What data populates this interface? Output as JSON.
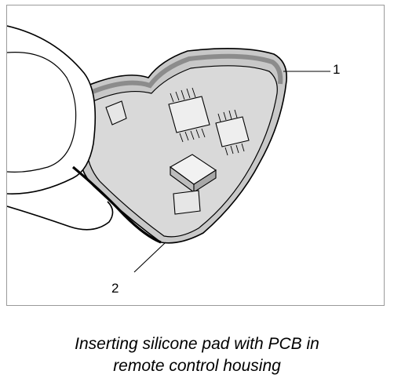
{
  "figure": {
    "callouts": [
      {
        "label": "1"
      },
      {
        "label": "2"
      }
    ]
  },
  "caption": {
    "line1": "Inserting silicone pad with PCB in",
    "line2": "remote control housing"
  },
  "colors": {
    "frame_border": "#9a9a9a",
    "housing_fill": "#c8c8c8",
    "pad_fill": "#d9d9d9",
    "rim_dark": "#8c8c8c",
    "ink": "#000000"
  },
  "icons": [
    "hand-illustration",
    "pcb-chip",
    "remote-housing"
  ]
}
